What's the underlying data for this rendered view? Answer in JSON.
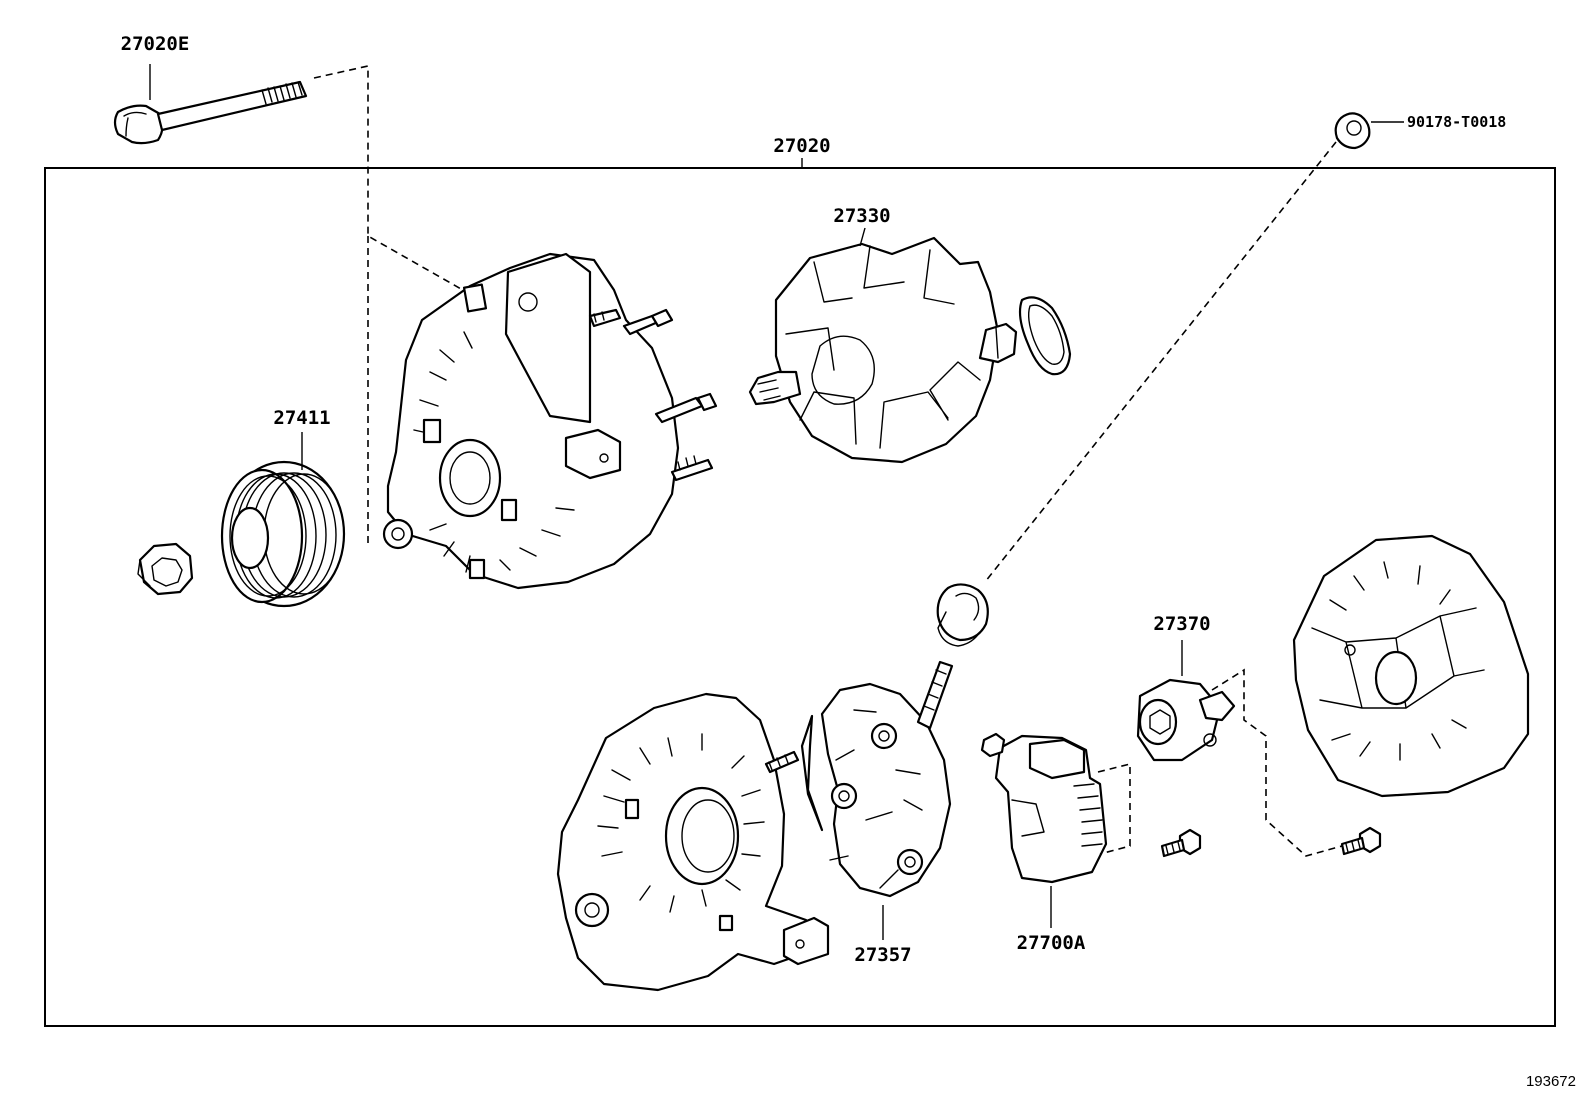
{
  "group_label": "27020",
  "parts": {
    "through_bolt": "27020E",
    "terminal_nut": "90178-T0018",
    "rotor": "27330",
    "pulley": "27411",
    "brush_holder": "27370",
    "rectifier": "27357",
    "regulator": "27700A"
  },
  "figure_number": "193672"
}
